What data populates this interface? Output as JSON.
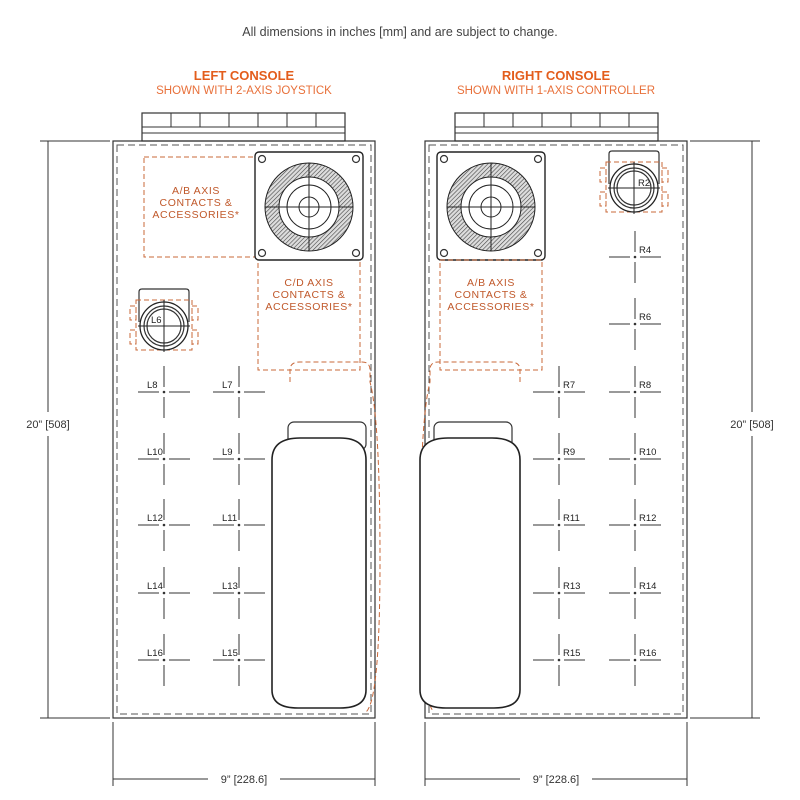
{
  "note": "All dimensions in inches [mm] and are subject to change.",
  "left": {
    "title": "LEFT CONSOLE",
    "subtitle": "SHOWN WITH 2-AXIS JOYSTICK",
    "ab_box": [
      "A/B AXIS",
      "CONTACTS &",
      "ACCESSORIES*"
    ],
    "cd_box": [
      "C/D AXIS",
      "CONTACTS &",
      "ACCESSORIES*"
    ],
    "connector_label": "L6",
    "positions": [
      [
        "L8",
        "L7"
      ],
      [
        "L10",
        "L9"
      ],
      [
        "L12",
        "L11"
      ],
      [
        "L14",
        "L13"
      ],
      [
        "L16",
        "L15"
      ]
    ],
    "height_dim": "20” [508]",
    "width_dim": "9” [228.6]"
  },
  "right": {
    "title": "RIGHT CONSOLE",
    "subtitle": "SHOWN WITH 1-AXIS CONTROLLER",
    "ab_box": [
      "A/B AXIS",
      "CONTACTS &",
      "ACCESSORIES*"
    ],
    "connector_label": "R2",
    "upper_positions": [
      "R4",
      "R6"
    ],
    "positions": [
      [
        "R7",
        "R8"
      ],
      [
        "R9",
        "R10"
      ],
      [
        "R11",
        "R12"
      ],
      [
        "R13",
        "R14"
      ],
      [
        "R15",
        "R16"
      ]
    ],
    "height_dim": "20” [508]",
    "width_dim": "9” [228.6]"
  },
  "colors": {
    "accent": "#e35d1c",
    "accessory_outline": "#c8683a",
    "line": "#333333"
  }
}
